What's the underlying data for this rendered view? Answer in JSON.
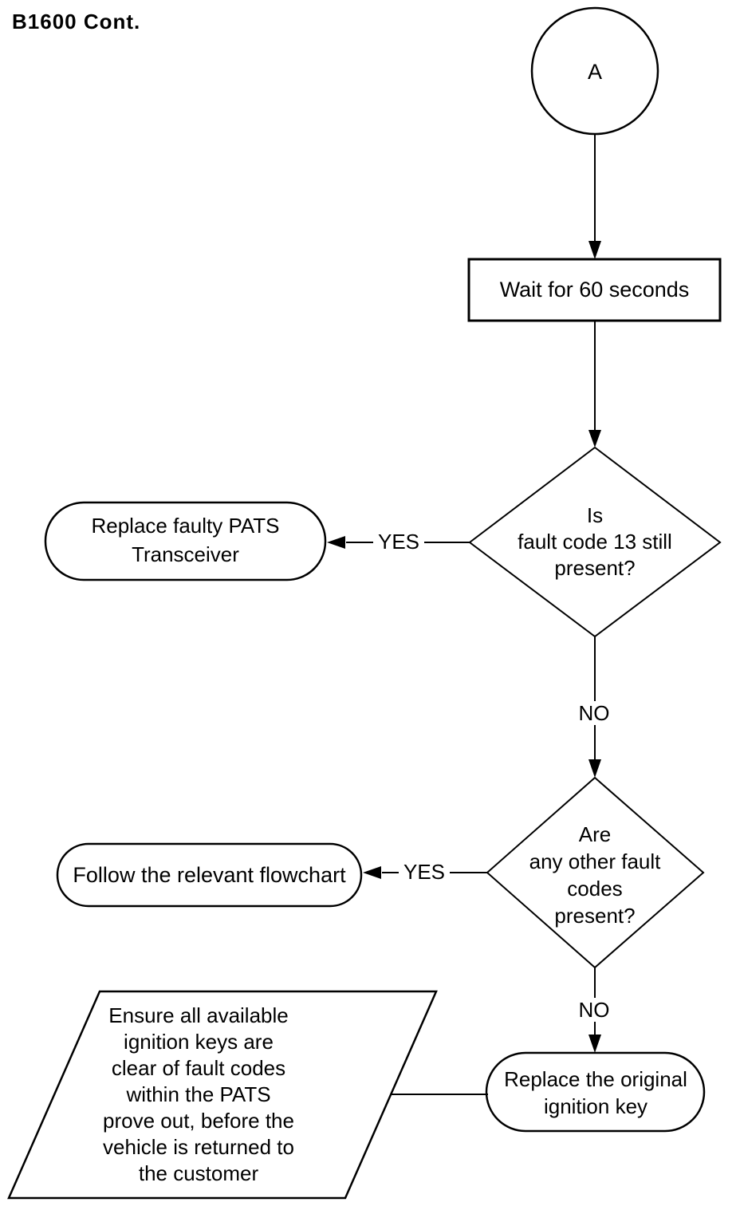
{
  "page": {
    "title": "B1600 Cont.",
    "ink_color": "#000000",
    "background_color": "#ffffff"
  },
  "flowchart": {
    "nodes": {
      "connector_a": {
        "type": "connector",
        "label": "A"
      },
      "wait": {
        "type": "process",
        "label": "Wait for 60 seconds"
      },
      "decision_fault13": {
        "type": "decision",
        "lines": [
          "Is",
          "fault code 13 still",
          "present?"
        ]
      },
      "replace_transceiver": {
        "type": "terminator",
        "lines": [
          "Replace faulty PATS",
          "Transceiver"
        ]
      },
      "decision_other_faults": {
        "type": "decision",
        "lines": [
          "Are",
          "any other fault",
          "codes",
          "present?"
        ]
      },
      "follow_flowchart": {
        "type": "terminator",
        "label": "Follow the relevant flowchart"
      },
      "replace_key": {
        "type": "terminator",
        "lines": [
          "Replace the original",
          "ignition key"
        ]
      },
      "ensure_note": {
        "type": "input-output",
        "lines": [
          "Ensure all available",
          "ignition keys are",
          "clear of fault codes",
          "within the PATS",
          "prove out, before the",
          "vehicle is returned to",
          "the customer"
        ]
      }
    },
    "edge_labels": {
      "yes1": "YES",
      "no1": "NO",
      "yes2": "YES",
      "no2": "NO"
    }
  }
}
